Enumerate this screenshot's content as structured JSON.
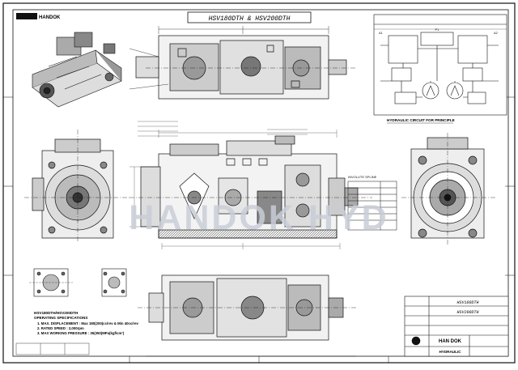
{
  "header": {
    "title": "HSV180DTH & HSV200DTH",
    "logo_text": "HANDOK"
  },
  "watermark": "HANDOK HYD",
  "views": {
    "circuit_caption": "HYDRAULIC CIRCUIT FOR PRINCIPLE",
    "port_a": "A1",
    "port_b": "A2",
    "port_p": "P1",
    "spline_caption": "INVOLUTE SPLINE"
  },
  "specs": {
    "model": "HSV180DTH/HSV200DTH",
    "heading": "OPERATING SPECIFICATIONS",
    "line1": "1. MAX. DISPLACEMENT : Max 180(200)cc/rev & Min 40cc/rev",
    "line2": "2. RATED SPEED : 2,000rpm",
    "line3": "3. MAX WORKING PRESSURE : 35(350)MPa(kgf/cm²)"
  },
  "title_block": {
    "line1": "HSV180DTH",
    "line2": "HSV200DTH",
    "company": "HAN DOK",
    "company2": "HYDRAULIC"
  },
  "colors": {
    "ink": "#1a1a1a",
    "watermark": "#c8ccd6",
    "paper": "#ffffff"
  }
}
